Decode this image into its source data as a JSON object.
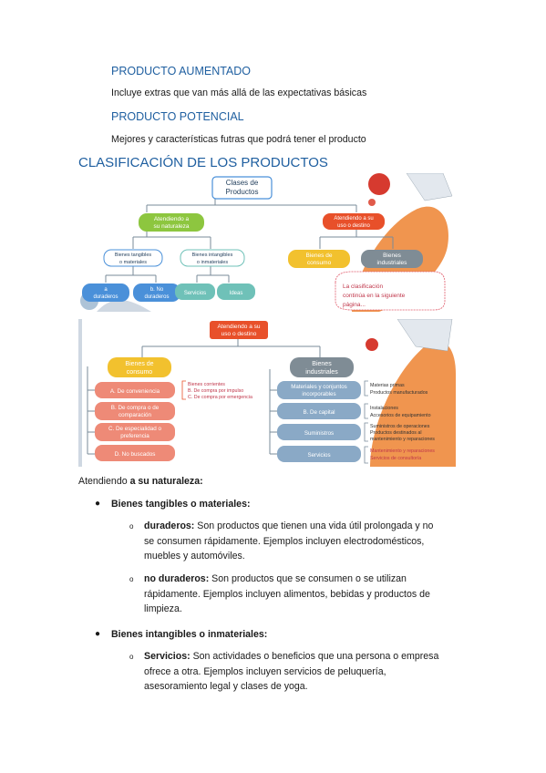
{
  "sections": {
    "aumentado_title": "PRODUCTO AUMENTADO",
    "aumentado_text": "Incluye extras que van más allá de las expectativas básicas",
    "potencial_title": "PRODUCTO POTENCIAL",
    "potencial_text": "Mejores y características futras que podrá tener el producto",
    "clasificacion_title": "CLASIFICACIÓN DE LOS PRODUCTOS"
  },
  "diagram1": {
    "root": [
      "Clases de",
      "Productos"
    ],
    "left_branch": [
      "Atendiendo a",
      "su naturaleza"
    ],
    "right_branch": [
      "Atendiendo a su",
      "uso o destino"
    ],
    "tangibles": [
      "Bienes tangibles",
      "o materiales"
    ],
    "intangibles": [
      "Bienes intangibles",
      "o inmateriales"
    ],
    "duraderos": [
      "a",
      "duraderos"
    ],
    "no_duraderos": [
      "b. No",
      "duraderos"
    ],
    "servicios": "Servicios",
    "ideas": "Ideas",
    "consumo": [
      "Bienes de",
      "consumo"
    ],
    "industriales": [
      "Bienes",
      "industriales"
    ],
    "note": [
      "La clasificación",
      "continúa en la siguiente",
      "página..."
    ]
  },
  "diagram2": {
    "root": [
      "Atendiendo a su",
      "uso o destino"
    ],
    "consumo": [
      "Bienes de",
      "consumo"
    ],
    "industriales": [
      "Bienes",
      "industriales"
    ],
    "left_items": [
      [
        "A. De conveniencia"
      ],
      [
        "B. De compra o de",
        "comparación"
      ],
      [
        "C. De especialidad o",
        "preferencia"
      ],
      [
        "D. No buscados"
      ]
    ],
    "conveniencia_list": [
      "Bienes corrientes",
      "B. De compra por impulso",
      "C. De compra por emergencia"
    ],
    "right_items": [
      [
        "Materiales y conjuntos",
        "incorporables"
      ],
      [
        "B. De capital"
      ],
      [
        "Suministros"
      ],
      [
        "Servicios"
      ]
    ],
    "right_lists": [
      [
        "Materias primas",
        "Productos manufacturados"
      ],
      [
        "Instalaciones",
        "Accesorios de equipamiento"
      ],
      [
        "Suministros de operaciones",
        "Productos destinados al",
        "mantenimiento y reparaciones"
      ],
      [
        "Mantenimiento y reparaciones",
        "Servicios de consultoría"
      ]
    ]
  },
  "body": {
    "intro_plain": "Atendiendo ",
    "intro_bold": "a su naturaleza:",
    "b1": "Bienes tangibles o materiales:",
    "b1_s1_bold": " duraderos:",
    "b1_s1_lines": [
      " Son productos que tienen una vida útil prolongada y no",
      "se consumen rápidamente. Ejemplos incluyen electrodomésticos,",
      "muebles y automóviles."
    ],
    "b1_s2_bold": "no duraderos:",
    "b1_s2_lines": [
      " Son productos que se consumen o se utilizan",
      "rápidamente. Ejemplos incluyen alimentos, bebidas y productos de",
      "limpieza."
    ],
    "b2": "Bienes intangibles o inmateriales:",
    "b2_s1_bold": "Servicios:",
    "b2_s1_lines": [
      " Son actividades o beneficios que una persona o empresa",
      "ofrece a otra. Ejemplos incluyen servicios de peluquería,",
      "asesoramiento legal y clases de yoga."
    ]
  },
  "bullets": {
    "filled": "●",
    "open": "o"
  },
  "colors": {
    "heading": "#1f5fa0",
    "green": "#8dc63f",
    "orange_red": "#e8502a",
    "yellow": "#f2c12e",
    "gray": "#7f8c95",
    "blue_box": "#4a90d9",
    "teal": "#6fc1b8",
    "salmon": "#ee8a77",
    "steel": "#8aa9c6"
  }
}
